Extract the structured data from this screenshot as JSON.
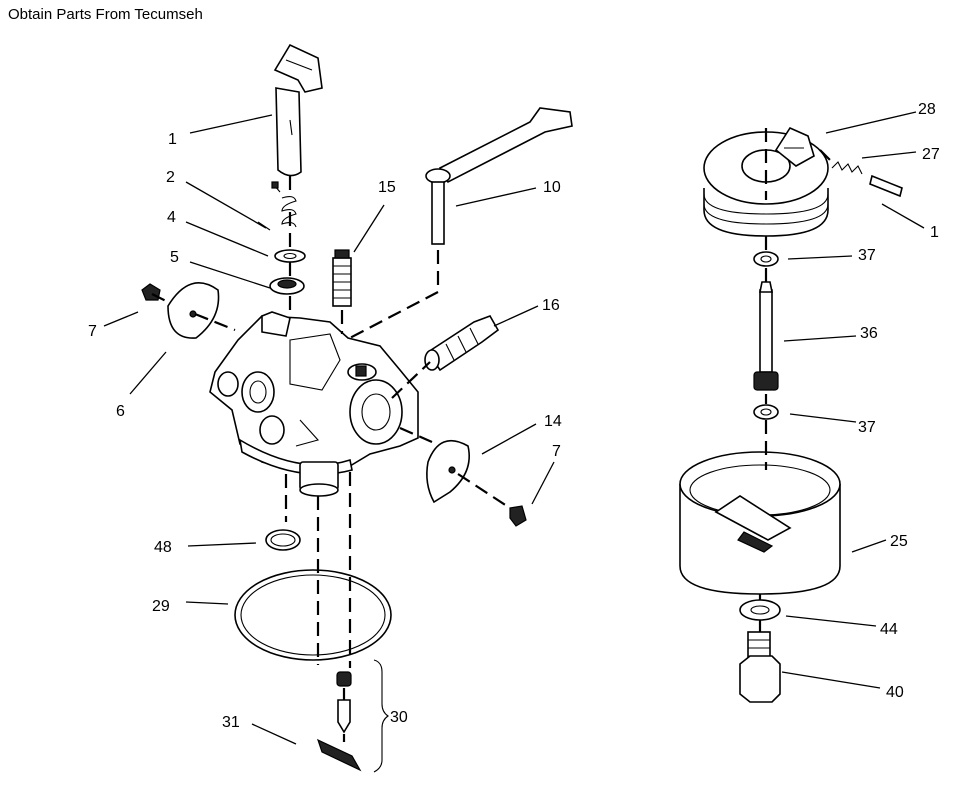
{
  "header": {
    "title": "Obtain Parts From Tecumseh"
  },
  "callouts": [
    {
      "id": "c1a",
      "text": "1"
    },
    {
      "id": "c2",
      "text": "2"
    },
    {
      "id": "c4",
      "text": "4"
    },
    {
      "id": "c5",
      "text": "5"
    },
    {
      "id": "c7a",
      "text": "7"
    },
    {
      "id": "c6",
      "text": "6"
    },
    {
      "id": "c15",
      "text": "15"
    },
    {
      "id": "c10",
      "text": "10"
    },
    {
      "id": "c16",
      "text": "16"
    },
    {
      "id": "c14",
      "text": "14"
    },
    {
      "id": "c7b",
      "text": "7"
    },
    {
      "id": "c48",
      "text": "48"
    },
    {
      "id": "c29",
      "text": "29"
    },
    {
      "id": "c31",
      "text": "31"
    },
    {
      "id": "c30",
      "text": "30"
    },
    {
      "id": "c28",
      "text": "28"
    },
    {
      "id": "c27",
      "text": "27"
    },
    {
      "id": "c1b",
      "text": "1"
    },
    {
      "id": "c37a",
      "text": "37"
    },
    {
      "id": "c36",
      "text": "36"
    },
    {
      "id": "c37b",
      "text": "37"
    },
    {
      "id": "c25",
      "text": "25"
    },
    {
      "id": "c44",
      "text": "44"
    },
    {
      "id": "c40",
      "text": "40"
    }
  ]
}
